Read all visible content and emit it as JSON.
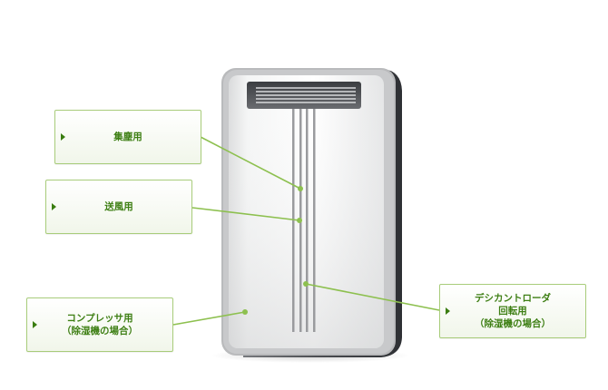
{
  "colors": {
    "accent": "#8dc04f",
    "label_text": "#3e7f14",
    "box_border": "#a8cc7a"
  },
  "callouts": {
    "dust_collection": {
      "label": "集塵用"
    },
    "air_blow": {
      "label": "送風用"
    },
    "compressor": {
      "line1": "コンプレッサ用",
      "line2": "（除湿機の場合）"
    },
    "desiccant_rotor": {
      "line1": "デシカントローダ",
      "line2": "回転用",
      "line3": "（除湿機の場合）"
    }
  }
}
